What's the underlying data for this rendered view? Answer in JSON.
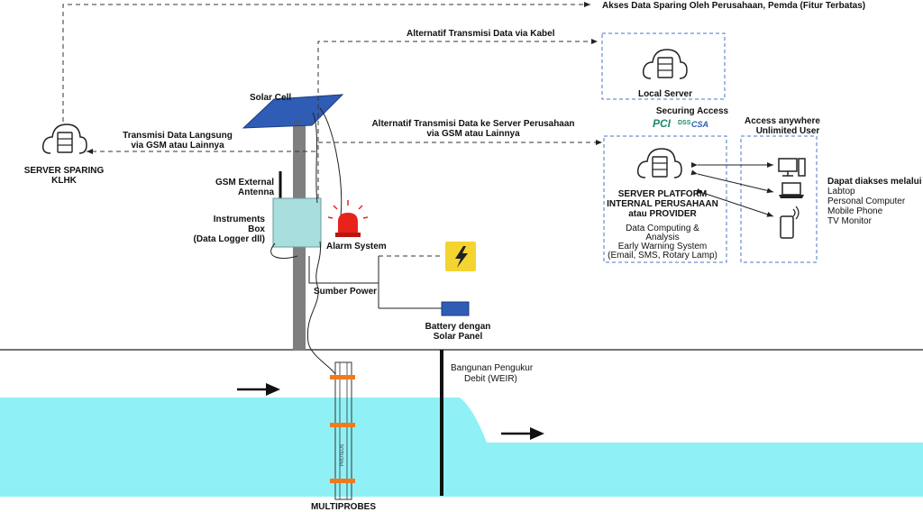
{
  "labels": {
    "akses_sparing": "Akses Data Sparing Oleh Perusahaan, Pemda (Fitur Terbatas)",
    "alt_kabel": "Alternatif Transmisi Data via Kabel",
    "local_server": "Local Server",
    "securing_access": "Securing Access",
    "pci": "PCI",
    "dss": "DSS",
    "csa": "CSA",
    "access_anywhere_1": "Access anywhere",
    "access_anywhere_2": "Unlimited User",
    "solar_cell": "Solar Cell",
    "alt_server_1": "Alternatif Transmisi Data ke Server Perusahaan",
    "alt_server_2": "via GSM atau Lainnya",
    "transmisi_1": "Transmisi Data Langsung",
    "transmisi_2": "via GSM atau Lainnya",
    "server_sparing_1": "SERVER SPARING",
    "server_sparing_2": "KLHK",
    "gsm_1": "GSM External",
    "gsm_2": "Antenna",
    "instr_1": "Instruments",
    "instr_2": "Box",
    "instr_3": "(Data Logger dll)",
    "alarm": "Alarm System",
    "platform_1": "SERVER PLATFORM",
    "platform_2": "INTERNAL PERUSAHAAN",
    "platform_3": "atau PROVIDER",
    "compute_1": "Data Computing &",
    "compute_2": "Analysis",
    "compute_3": "Early Warning System",
    "compute_4": "(Email, SMS, Rotary Lamp)",
    "dapat_title": "Dapat diakses melalui",
    "dapat_items": [
      "Labtop",
      "Personal Computer",
      "Mobile Phone",
      "TV Monitor"
    ],
    "sumber_power": "Sumber Power",
    "battery_1": "Battery dengan",
    "battery_2": "Solar Panel",
    "bangunan_1": "Bangunan Pengukur",
    "bangunan_2": "Debit (WEIR)",
    "proteus": "PROTEUS",
    "multiprobes": "MULTIPROBES"
  },
  "colors": {
    "water": "#8ff1f5",
    "pole": "#7f7f7f",
    "box": "#a8dede",
    "solar_panel": "#2f5db5",
    "alarm_red": "#e8231b",
    "bolt_bg": "#f3d431",
    "battery": "#2f5db5",
    "probe_ring": "#f07a1c",
    "dashed_box": "#4a74c9"
  },
  "icons": [
    "cloud-server-icon",
    "desktop-icon",
    "laptop-icon",
    "mobile-phone-icon",
    "lightning-icon",
    "siren-icon"
  ]
}
